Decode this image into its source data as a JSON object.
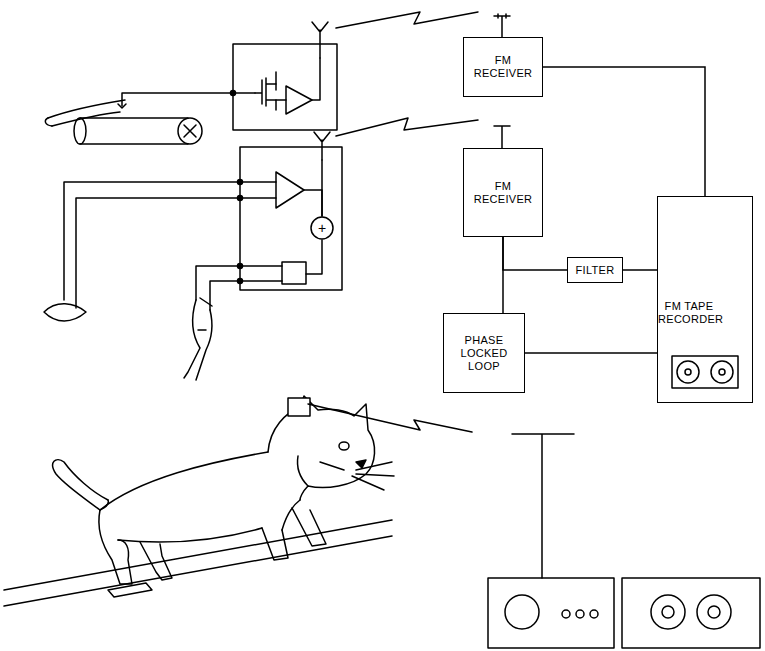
{
  "diagram": {
    "nodes": [
      {
        "text": [
          "FM RECEIVER"
        ]
      },
      {
        "text": [
          "FM RECEIVER"
        ]
      },
      {
        "text": [
          "FILTER"
        ]
      },
      {
        "text": [
          "PHASE LOCKED LOOP"
        ]
      },
      {
        "text": [
          "FM TAPE RECORDER"
        ]
      }
    ],
    "edges": [
      {
        "from": 0,
        "to": 4,
        "arrow": "none"
      },
      {
        "from": 1,
        "to": 2,
        "arrow": "none"
      },
      {
        "from": 1,
        "to": 3,
        "arrow": "none"
      },
      {
        "from": 2,
        "to": 4,
        "arrow": "none"
      },
      {
        "from": 3,
        "to": 4,
        "arrow": "none"
      }
    ],
    "labels": [
      "+"
    ]
  }
}
